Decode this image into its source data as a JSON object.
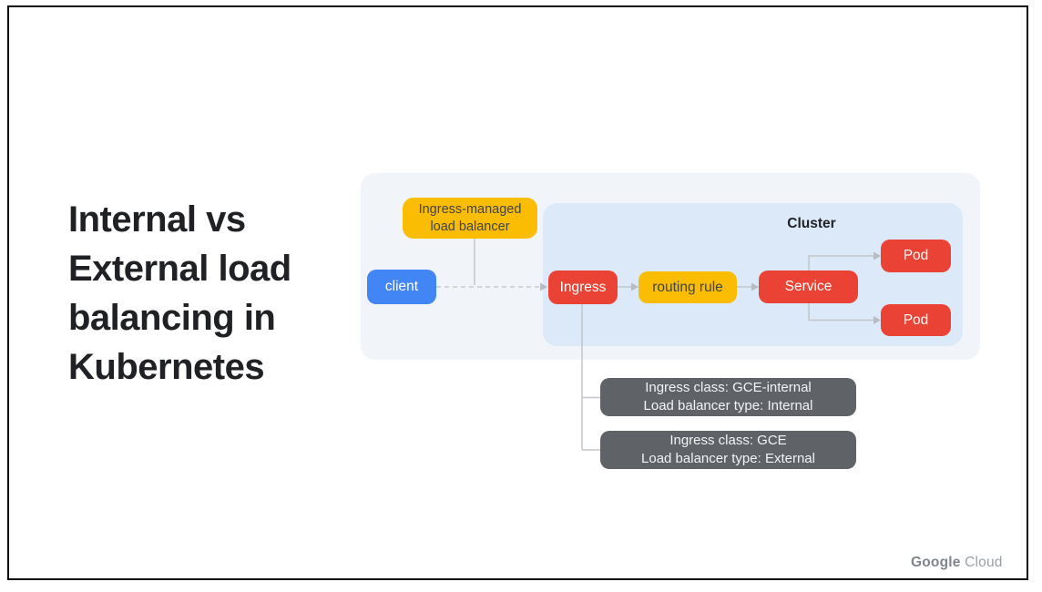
{
  "slide": {
    "title_lines": [
      "Internal vs",
      "External load",
      "balancing in",
      "Kubernetes"
    ],
    "footer_brand": {
      "word1": "Google",
      "word2": "Cloud"
    }
  },
  "diagram": {
    "cluster_label": "Cluster",
    "nodes": {
      "load_balancer": {
        "line1": "Ingress-managed",
        "line2": "load balancer"
      },
      "client": {
        "label": "client"
      },
      "ingress": {
        "label": "Ingress"
      },
      "routing_rule": {
        "label": "routing rule"
      },
      "service": {
        "label": "Service"
      },
      "pod_top": {
        "label": "Pod"
      },
      "pod_bottom": {
        "label": "Pod"
      }
    },
    "notes": [
      {
        "line1": "Ingress class: GCE-internal",
        "line2": "Load balancer type: Internal"
      },
      {
        "line1": "Ingress class: GCE",
        "line2": "Load balancer type: External"
      }
    ],
    "colors": {
      "blue": "#4285F4",
      "red": "#EA4335",
      "yellow": "#FBBC04",
      "dark_gray": "#5F6368",
      "outer_panel": "#F1F4F8",
      "cluster_panel": "#DCE9F9",
      "title_text": "#202124",
      "connector": "#C2C6CA"
    }
  }
}
